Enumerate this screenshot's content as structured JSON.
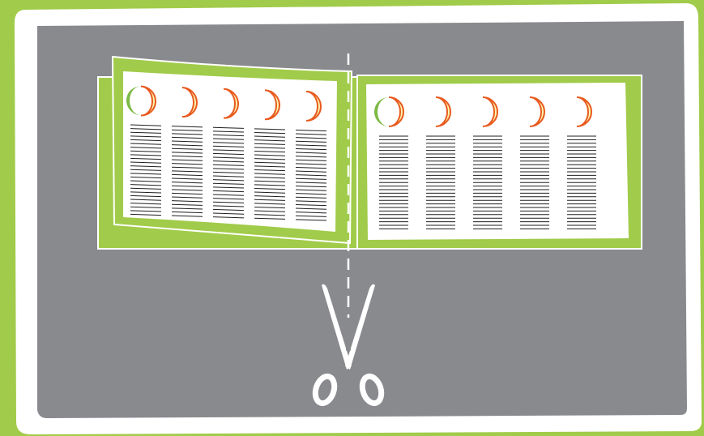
{
  "colors": {
    "green_frame": "#a1cb4a",
    "gray_board": "#898a8e",
    "white": "#ffffff",
    "moon_fill": "#fdf4ad",
    "moon_stroke": "#e85a1f",
    "shadow_green": "#7cb944",
    "text_lines": "#1e1e1e"
  },
  "icons": {
    "cut_tool": "scissors-icon",
    "cut_guide": "dashed-cut-line"
  },
  "spreads": [
    {
      "name": "left-page",
      "panel": "bent",
      "moon_columns": 5,
      "green_shadow_on_first": true
    },
    {
      "name": "right-page",
      "panel": "flat",
      "moon_columns": 5,
      "green_shadow_on_first": true
    }
  ]
}
